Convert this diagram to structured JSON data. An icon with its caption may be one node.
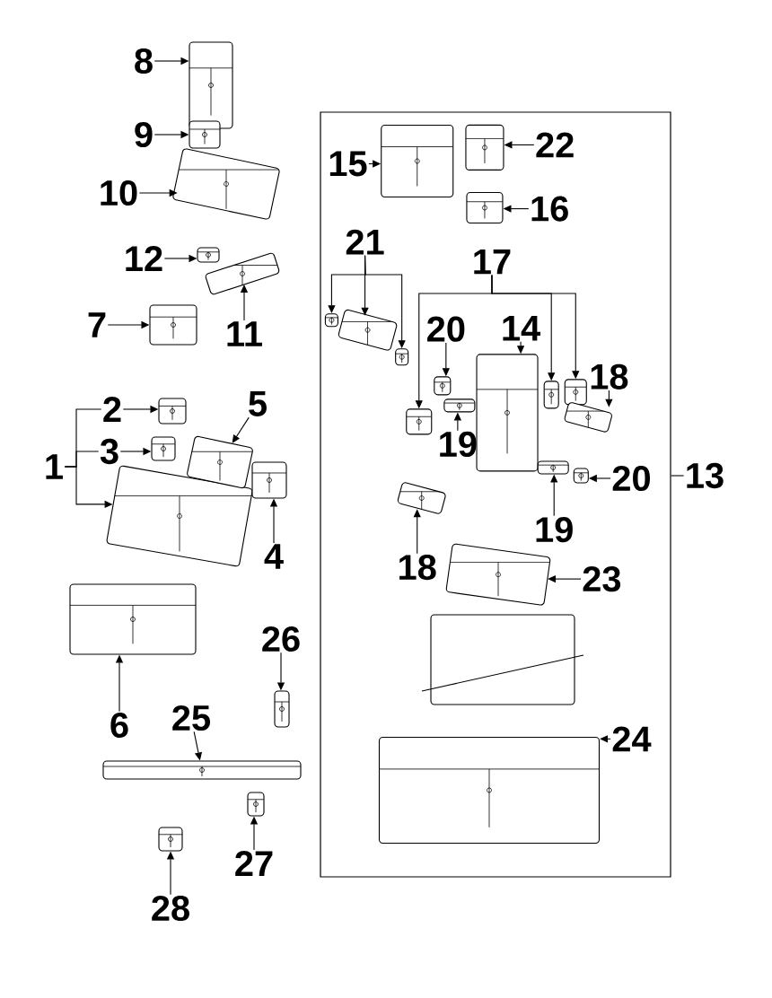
{
  "diagram": {
    "nodes": [
      {
        "text": [
          "8"
        ]
      },
      {
        "text": [],
        "shape": "picture"
      },
      {
        "text": [
          "9"
        ]
      },
      {
        "text": [],
        "shape": "picture"
      },
      {
        "text": [
          "10"
        ]
      },
      {
        "text": [],
        "shape": "picture"
      },
      {
        "text": [
          "12"
        ]
      },
      {
        "text": [],
        "shape": "picture"
      },
      {
        "text": [],
        "shape": "picture"
      },
      {
        "text": [
          "11"
        ]
      },
      {
        "text": [
          "7"
        ]
      },
      {
        "text": [],
        "shape": "picture"
      },
      {
        "text": [
          "1"
        ]
      },
      {
        "text": [
          "2"
        ]
      },
      {
        "text": [],
        "shape": "picture"
      },
      {
        "text": [
          "3"
        ]
      },
      {
        "text": [],
        "shape": "picture"
      },
      {
        "text": [],
        "shape": "picture"
      },
      {
        "text": [
          "5"
        ]
      },
      {
        "text": [],
        "shape": "picture"
      },
      {
        "text": [],
        "shape": "picture"
      },
      {
        "text": [
          "4"
        ]
      },
      {
        "text": [],
        "shape": "picture"
      },
      {
        "text": [
          "6"
        ]
      },
      {
        "text": [
          "26"
        ]
      },
      {
        "text": [],
        "shape": "picture"
      },
      {
        "text": [
          "25"
        ]
      },
      {
        "text": [],
        "shape": "picture"
      },
      {
        "text": [],
        "shape": "picture"
      },
      {
        "text": [
          "27"
        ]
      },
      {
        "text": [],
        "shape": "picture"
      },
      {
        "text": [
          "28"
        ]
      },
      {
        "text": [],
        "shape": "box"
      },
      {
        "text": [
          "13"
        ]
      },
      {
        "text": [
          "15"
        ],
        "in": 32
      },
      {
        "text": [],
        "shape": "picture",
        "in": 32
      },
      {
        "text": [
          "22"
        ],
        "in": 32
      },
      {
        "text": [],
        "shape": "picture",
        "in": 32
      },
      {
        "text": [
          "16"
        ],
        "in": 32
      },
      {
        "text": [],
        "shape": "picture",
        "in": 32
      },
      {
        "text": [
          "21"
        ],
        "in": 32
      },
      {
        "text": [],
        "shape": "picture",
        "in": 32
      },
      {
        "text": [],
        "shape": "picture",
        "in": 32
      },
      {
        "text": [],
        "shape": "picture",
        "in": 32
      },
      {
        "text": [
          "17"
        ],
        "in": 32
      },
      {
        "text": [],
        "shape": "picture",
        "in": 32
      },
      {
        "text": [],
        "shape": "picture",
        "in": 32
      },
      {
        "text": [],
        "shape": "picture",
        "in": 32
      },
      {
        "text": [
          "20"
        ],
        "in": 32
      },
      {
        "text": [],
        "shape": "picture",
        "in": 32
      },
      {
        "text": [
          "14"
        ],
        "in": 32
      },
      {
        "text": [],
        "shape": "picture",
        "in": 32
      },
      {
        "text": [],
        "shape": "picture",
        "in": 32
      },
      {
        "text": [
          "19"
        ],
        "in": 32
      },
      {
        "text": [
          "18"
        ],
        "in": 32
      },
      {
        "text": [],
        "shape": "picture",
        "in": 32
      },
      {
        "text": [],
        "shape": "picture",
        "in": 32
      },
      {
        "text": [
          "19"
        ],
        "in": 32
      },
      {
        "text": [],
        "shape": "picture",
        "in": 32
      },
      {
        "text": [
          "20"
        ],
        "in": 32
      },
      {
        "text": [],
        "shape": "picture",
        "in": 32
      },
      {
        "text": [
          "18"
        ],
        "in": 32
      },
      {
        "text": [
          "23"
        ],
        "in": 32
      },
      {
        "text": [],
        "shape": "picture",
        "in": 32
      },
      {
        "text": [],
        "shape": "picture",
        "in": 32
      },
      {
        "text": [
          "24"
        ],
        "in": 32
      }
    ],
    "edges": [
      {
        "from": 0,
        "to": 1,
        "arrow": "to"
      },
      {
        "from": 2,
        "to": 3,
        "arrow": "to"
      },
      {
        "from": 4,
        "to": 5,
        "arrow": "to"
      },
      {
        "from": 6,
        "to": 7,
        "arrow": "to"
      },
      {
        "from": 9,
        "to": 8,
        "arrow": "to"
      },
      {
        "from": 10,
        "to": 11,
        "arrow": "to"
      },
      {
        "from": 12,
        "to": 13,
        "arrow": "none"
      },
      {
        "from": 12,
        "to": 15,
        "arrow": "none"
      },
      {
        "from": 12,
        "to": 17,
        "arrow": "to"
      },
      {
        "from": 13,
        "to": 14,
        "arrow": "to"
      },
      {
        "from": 15,
        "to": 16,
        "arrow": "to"
      },
      {
        "from": 18,
        "to": 19,
        "arrow": "to"
      },
      {
        "from": 21,
        "to": 20,
        "arrow": "to"
      },
      {
        "from": 23,
        "to": 22,
        "arrow": "to"
      },
      {
        "from": 24,
        "to": 25,
        "arrow": "to"
      },
      {
        "from": 26,
        "to": 27,
        "arrow": "to"
      },
      {
        "from": 29,
        "to": 28,
        "arrow": "to"
      },
      {
        "from": 31,
        "to": 30,
        "arrow": "to"
      },
      {
        "from": 33,
        "to": 32,
        "arrow": "none"
      },
      {
        "from": 34,
        "to": 35,
        "arrow": "to"
      },
      {
        "from": 36,
        "to": 37,
        "arrow": "to"
      },
      {
        "from": 38,
        "to": 39,
        "arrow": "to"
      },
      {
        "from": 40,
        "to": 41,
        "arrow": "to"
      },
      {
        "from": 40,
        "to": 42,
        "arrow": "to"
      },
      {
        "from": 40,
        "to": 43,
        "arrow": "to"
      },
      {
        "from": 44,
        "to": 45,
        "arrow": "to"
      },
      {
        "from": 44,
        "to": 46,
        "arrow": "to"
      },
      {
        "from": 44,
        "to": 47,
        "arrow": "to"
      },
      {
        "from": 48,
        "to": 49,
        "arrow": "to"
      },
      {
        "from": 50,
        "to": 51,
        "arrow": "to"
      },
      {
        "from": 53,
        "to": 52,
        "arrow": "to"
      },
      {
        "from": 54,
        "to": 55,
        "arrow": "to"
      },
      {
        "from": 57,
        "to": 56,
        "arrow": "to"
      },
      {
        "from": 59,
        "to": 58,
        "arrow": "to"
      },
      {
        "from": 61,
        "to": 60,
        "arrow": "to"
      },
      {
        "from": 62,
        "to": 63,
        "arrow": "to"
      },
      {
        "from": 65,
        "to": 64,
        "arrow": "to"
      }
    ]
  }
}
